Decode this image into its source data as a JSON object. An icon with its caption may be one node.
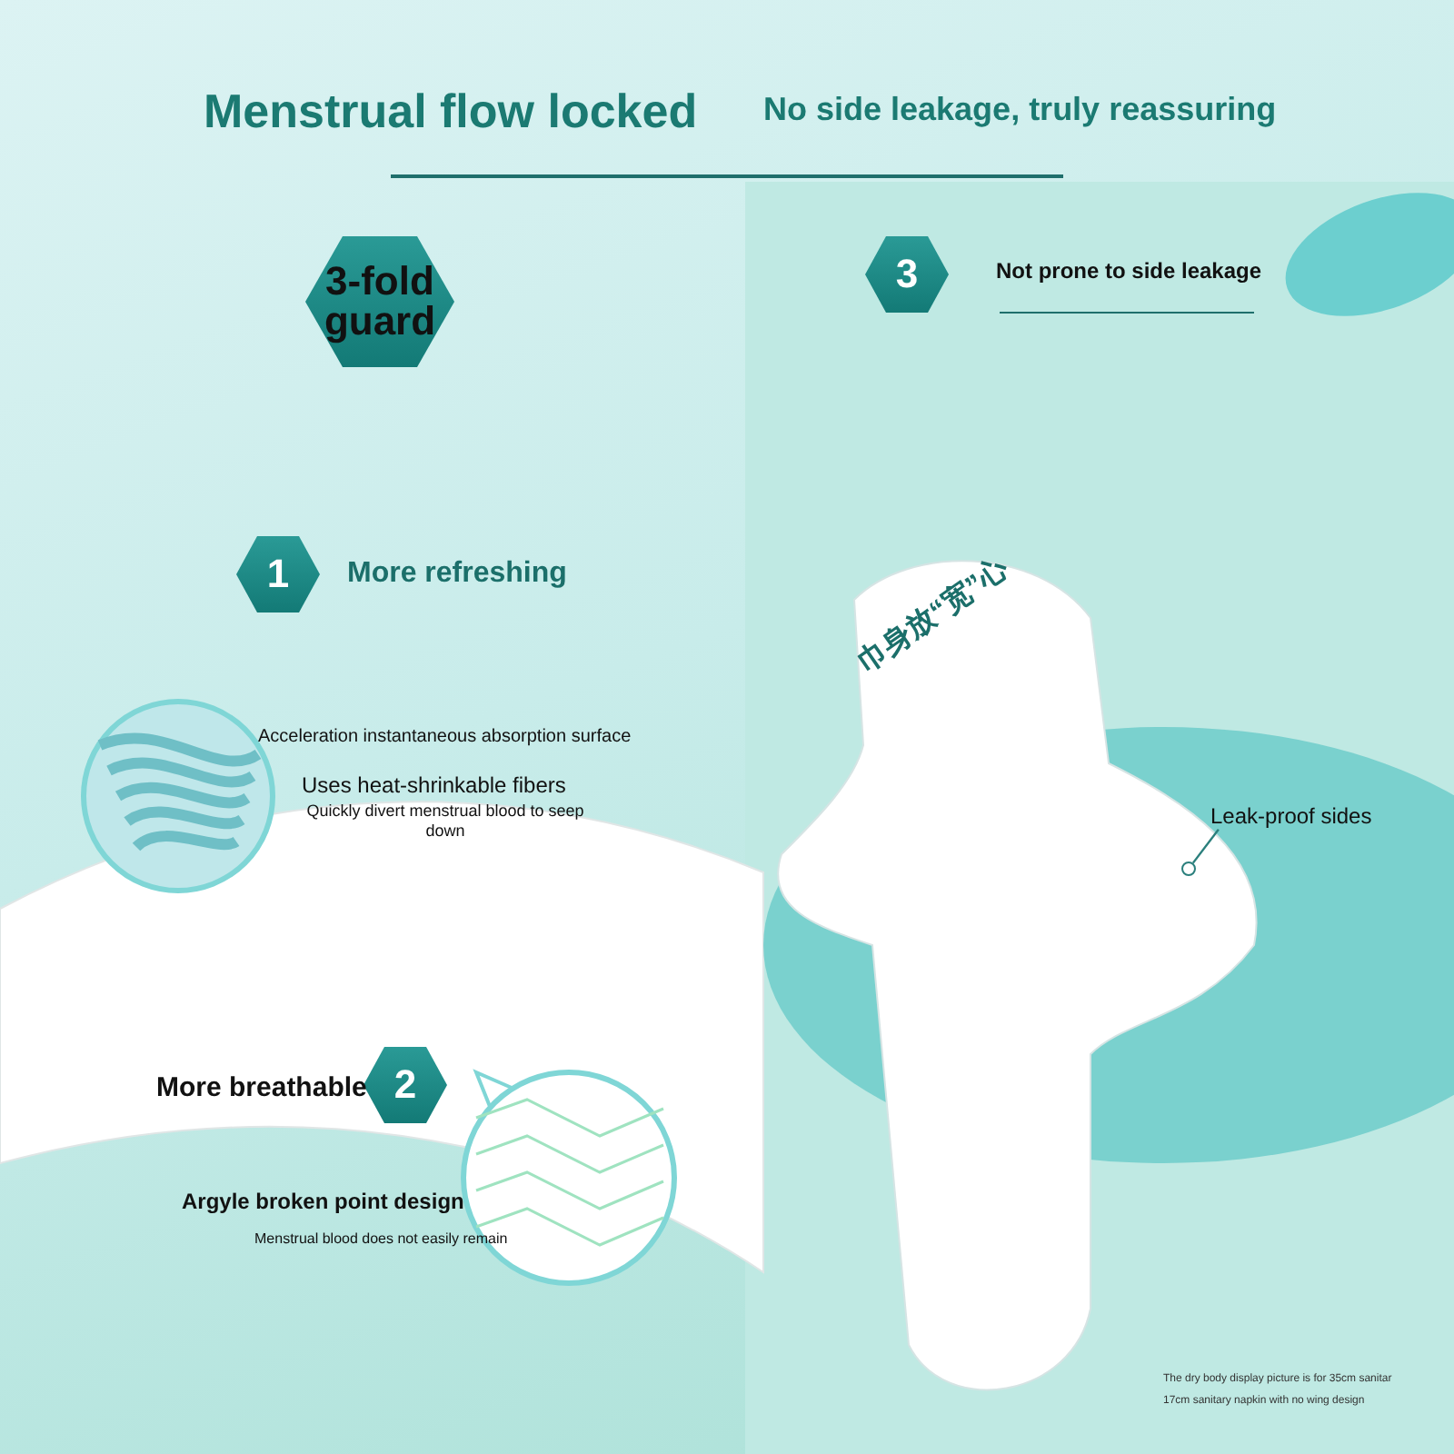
{
  "diagram": {
    "title": "Menstrual flow locked",
    "nodes": [
      {
        "text": [
          "3-fold guard"
        ]
      },
      {
        "text": [
          "1"
        ],
        "beside": [
          "More refreshing"
        ]
      },
      {
        "text": [
          "2"
        ],
        "beside": [
          "More breathable"
        ]
      },
      {
        "text": [
          "3"
        ],
        "beside": [
          "Not prone to side leakage"
        ]
      },
      {
        "text": [
          "Leak-proof sides"
        ]
      },
      {
        "text": [],
        "shape": "circle"
      }
    ],
    "edges": [
      {
        "from": 4,
        "to": 5,
        "arrow": "none"
      }
    ],
    "labels": [
      "No side leakage, truly reassuring",
      "Acceleration instantaneous absorption surface",
      "Uses heat-shrinkable fibers",
      "Quickly divert menstrual blood to seep down",
      "Argyle broken point design",
      "Menstrual blood does not easily remain",
      "巾身放“宽”心",
      "The dry body display picture is for 35cm sanitar",
      "17cm sanitary napkin with no wing design"
    ]
  }
}
